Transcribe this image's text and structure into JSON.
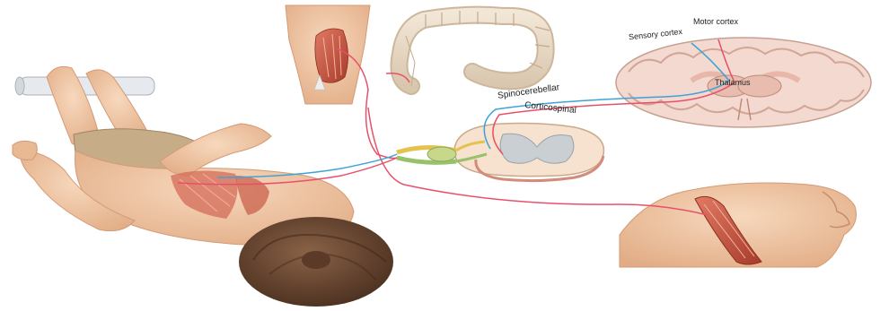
{
  "labels": {
    "sensory_cortex": "Sensory cortex",
    "motor_cortex": "Motor cortex",
    "thalamus": "Thalamus",
    "spinocerebellar": "Spinocerebellar",
    "corticospinal": "Corticospinal"
  },
  "colors": {
    "sensory_pathway": "#3ea3d8",
    "motor_pathway": "#e8506a",
    "skin": "#eec3a0",
    "muscle": "#c8553f",
    "brain_tissue": "#f3d9cf",
    "gray_matter": "#c9cfd3",
    "hair": "#6e4a33"
  }
}
